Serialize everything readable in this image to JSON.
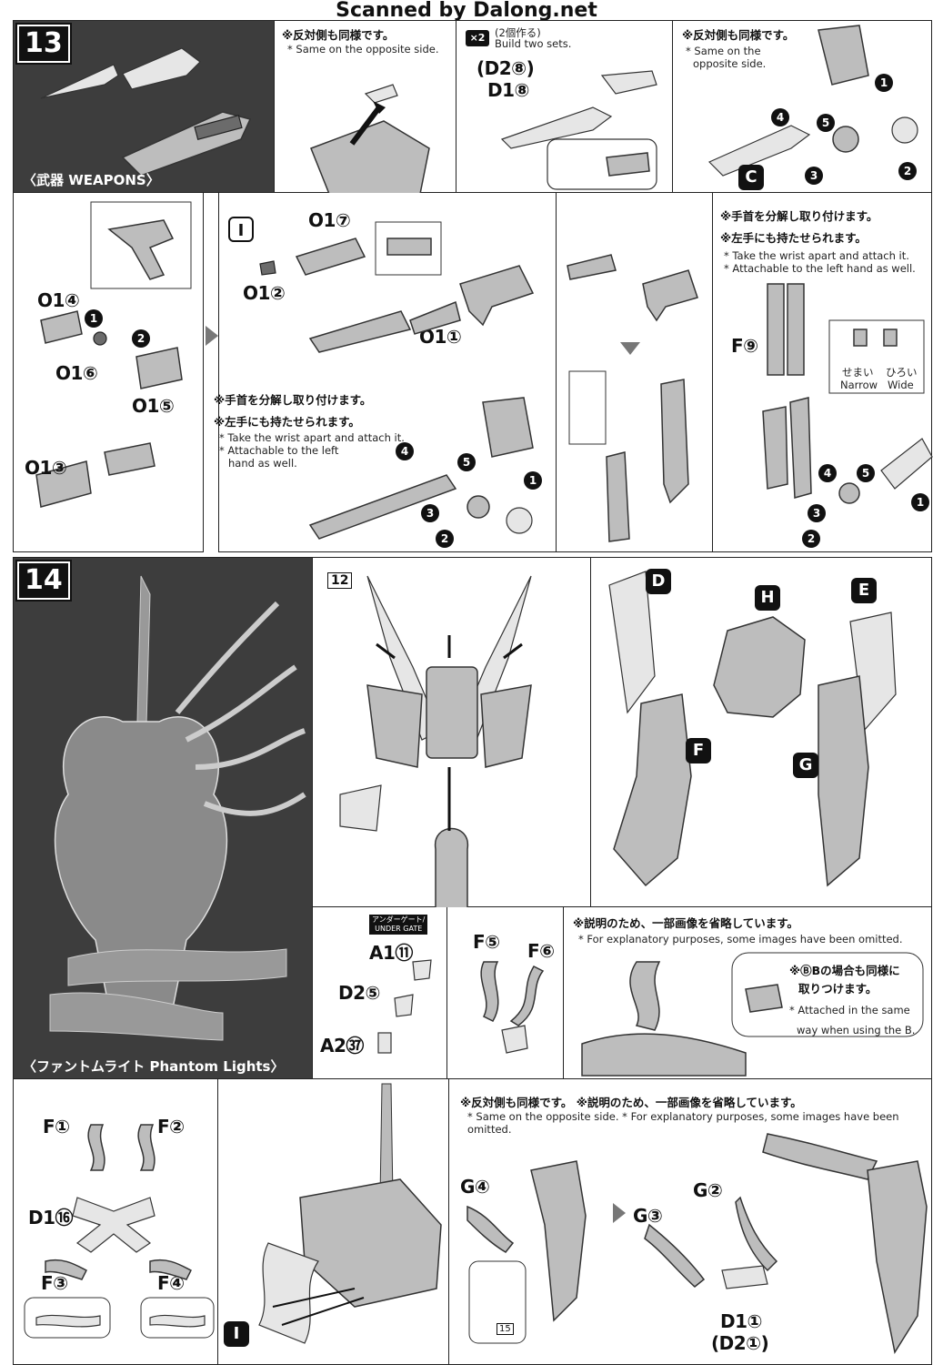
{
  "header": {
    "watermark": "Scanned by Dalong.net"
  },
  "step13": {
    "number": "13",
    "weapons_caption": "〈武器 WEAPONS〉",
    "panel_b": {
      "jp": "※反対側も同様です。",
      "en": "* Same on the opposite side."
    },
    "panel_c": {
      "x2": "×2",
      "jp": "(2個作る)",
      "en": "Build two sets.",
      "part1": "(D2⑧)",
      "part2": "D1⑧"
    },
    "panel_d": {
      "jp": "※反対側も同様です。",
      "en1": "* Same on the",
      "en2": "opposite side.",
      "letter": "C"
    },
    "row2_left": {
      "p1": "O1④",
      "p2": "O1⑥",
      "p3": "O1⑤",
      "p4": "O1③"
    },
    "row2_mid": {
      "p1": "O1⑦",
      "p2": "O1②",
      "p3": "O1①",
      "letter": "I",
      "jp1": "※手首を分解し取り付けます。",
      "jp2": "※左手にも持たせられます。",
      "en1": "* Take the wrist apart and attach it.",
      "en2": "* Attachable to the left",
      "en3": "hand as well."
    },
    "row2_right": {
      "jp1": "※手首を分解し取り付けます。",
      "jp2": "※左手にも持たせられます。",
      "en1": "* Take the wrist apart and attach it.",
      "en2": "* Attachable to the left hand as well.",
      "part": "F⑨",
      "narrow_jp": "せまい",
      "narrow_en": "Narrow",
      "wide_jp": "ひろい",
      "wide_en": "Wide"
    }
  },
  "step14": {
    "number": "14",
    "phantom_caption": "〈ファントムライト Phantom Lights〉",
    "ref_num": "12",
    "letters": [
      "D",
      "H",
      "E",
      "F",
      "G"
    ],
    "row2": {
      "undergate_jp": "アンダーゲート/",
      "undergate_en": "UNDER GATE",
      "a1": "A1⑪",
      "d2": "D2⑤",
      "a2": "A2㊲",
      "f5": "F⑤",
      "f6": "F⑥",
      "jp": "※説明のため、一部画像を省略しています。",
      "en": "* For explanatory purposes, some images have been omitted.",
      "note_jp1": "※ⒷBの場合も同様に",
      "note_jp2": "取りつけます。",
      "note_en1": "* Attached in the same",
      "note_en2": "way when using the B."
    },
    "row3": {
      "f1": "F①",
      "f2": "F②",
      "d1": "D1⑯",
      "f3": "F③",
      "f4": "F④",
      "letter": "I",
      "jp": "※反対側も同様です。 ※説明のため、一部画像を省略しています。",
      "en": "* Same on the opposite side. * For explanatory purposes, some images have been omitted.",
      "g4": "G④",
      "g3": "G③",
      "g2": "G②",
      "d11": "D1①",
      "d21": "(D2①)",
      "ref15": "15"
    }
  }
}
